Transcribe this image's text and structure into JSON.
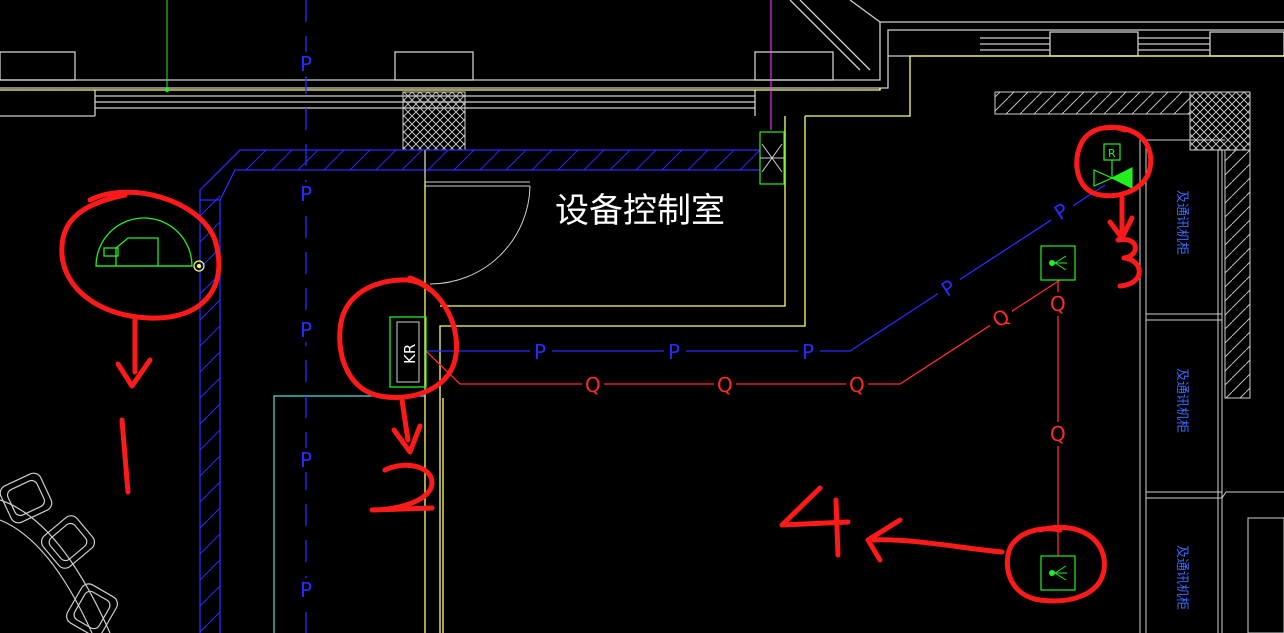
{
  "room": {
    "label": "设备控制室"
  },
  "devices": {
    "kr_label": "KR",
    "valve_tag": "R"
  },
  "pipes": {
    "p_label": "P",
    "q_label": "Q"
  },
  "annotations": [
    "1",
    "2",
    "3",
    "4"
  ],
  "side_text": [
    "及通讯机柜",
    "及通讯机柜",
    "及通讯机柜"
  ],
  "colors": {
    "background": "#000000",
    "wall": "#ffff66",
    "p_pipe": "#2a2aff",
    "q_pipe": "#ff2a2a",
    "device": "#22ee22",
    "annotation": "#ff1a1a",
    "cyan": "#55dddd"
  }
}
